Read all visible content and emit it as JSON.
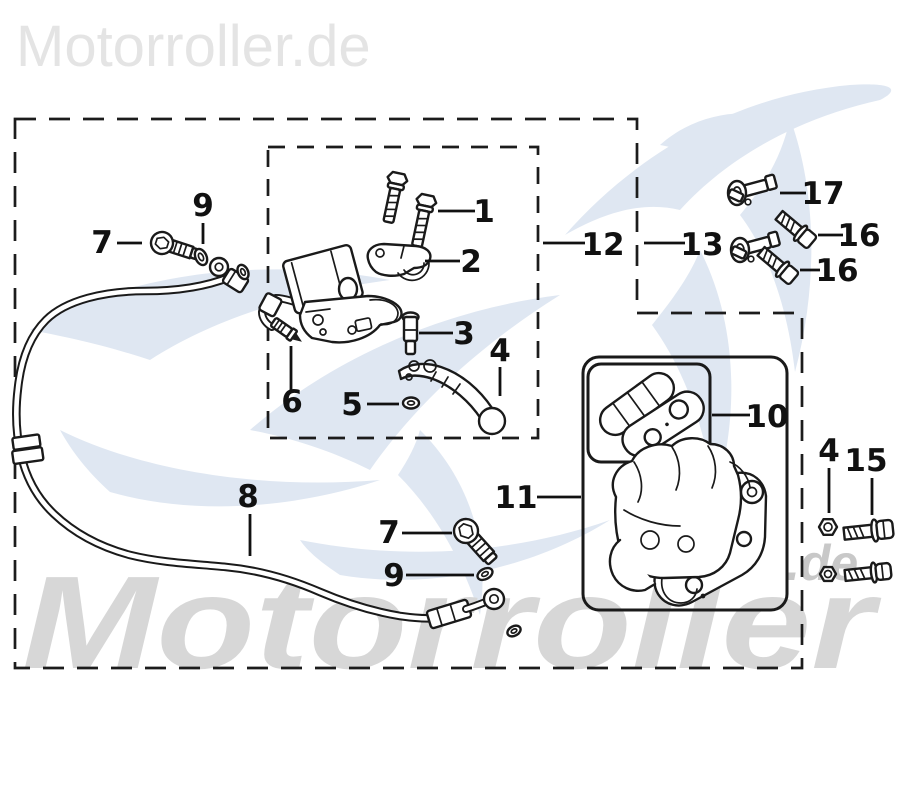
{
  "branding": {
    "logo": "Motorroller.de",
    "watermark_word": "Motorroller",
    "watermark_tld": ".de"
  },
  "colors": {
    "background": "#ffffff",
    "line_ink": "#1a1a1a",
    "logo_gray": "#e4e4e4",
    "watermark_gray": "#d7d7d7",
    "watermark_tld_gray": "#c8c8c8",
    "swoosh_blue": "#dfe7f2"
  },
  "callouts": {
    "c1": "1",
    "c2": "2",
    "c3": "3",
    "c4": "4",
    "c4b": "4",
    "c5": "5",
    "c6": "6",
    "c7a": "7",
    "c7b": "7",
    "c8": "8",
    "c9a": "9",
    "c9b": "9",
    "c10": "10",
    "c11": "11",
    "c12": "12",
    "c13": "13",
    "c15": "15",
    "c16a": "16",
    "c16b": "16",
    "c17": "17"
  }
}
